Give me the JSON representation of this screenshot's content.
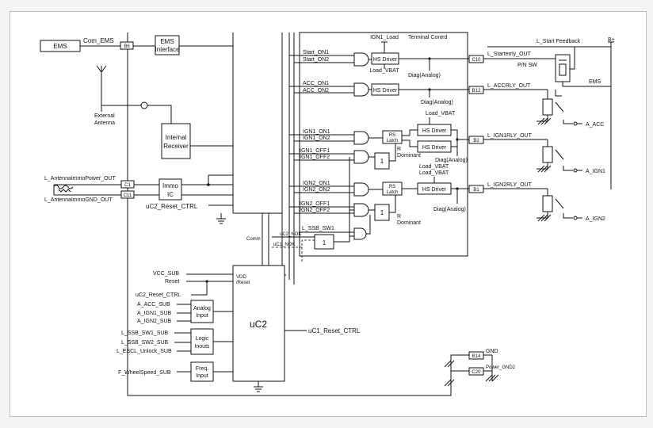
{
  "pins": {
    "b6": "B6",
    "c1": "C1",
    "c11": "C11",
    "c10": "C10",
    "b12": "B12",
    "b2": "B2",
    "b1": "B1",
    "b14": "B14",
    "c20": "C20"
  },
  "blocks": {
    "ems": "EMS",
    "ems_interface": [
      "EMS",
      "Interface"
    ],
    "internal_receiver": [
      "Internal",
      "Receiver"
    ],
    "immo_ic": [
      "Immo",
      "IC"
    ],
    "uc2": "uC2",
    "analog_input": [
      "Analog",
      "Input"
    ],
    "logic_inputs": [
      "Logic",
      "Inouts"
    ],
    "freq_input": [
      "Freq.",
      "Input"
    ],
    "hs_driver": "HS Driver",
    "rs_latch": [
      "RS",
      "Latch"
    ],
    "or_gate": "1"
  },
  "labels": {
    "com_ems": "Com_EMS",
    "external_antenna": [
      "External",
      "Antenna"
    ],
    "antenna_power": "L_AntennaImmoPower_OUT",
    "antenna_gnd": "L_AntennaImmoGND_OUT",
    "uc2_reset_ctrl": "uC2_Reset_CTRL",
    "comm": "Comm",
    "uc2_nok": "uC2_NOK",
    "uc1_nok": "uC1_NOK",
    "ssb_sw1": "L_SSB_SW1",
    "terminal_control": "Terminal Contrd",
    "ign1_load": "IGN1_Load",
    "load_vbat": "Load_VBAT",
    "start_on1": "Start_ON1",
    "start_on2": "Start_ON2",
    "acc_on1": "ACC_ON1",
    "acc_on2": "ACC_ON2",
    "ign1_on1": "IGN1_ON1",
    "ign1_on2": "IGN1_ON2",
    "ign1_off1": "IGN1_OFF1",
    "ign1_off2": "IGN1_OFF2",
    "ign2_on1": "IGN2_ON1",
    "ign2_on2": "IGN2_ON2",
    "ign2_off1": "IGN2_OFF1",
    "ign2_off2": "IGN2_OFF2",
    "diag_analog": "Diag(Analog)",
    "r_dominant": [
      "R",
      "Dominant"
    ],
    "starter_out": "L_Starterrly_OUT",
    "pn_sw": "P/N SW",
    "start_feedback": "L_Start Feedback",
    "b_plus": "B+",
    "ems_right": "EMS",
    "accrly_out": "L_ACCRLY_OUT",
    "a_acc": "A_ACC",
    "ign1rly_out": "L_IGN1RLY_OUT",
    "a_ign1": "A_IGN1",
    "ign2rly_out": "L_IGN2RLY_OUT",
    "a_ign2": "A_IGN2",
    "gnd": "GND",
    "power_gnd2": "Power_GND2",
    "vcc_sub": "VCC_SUB",
    "reset": "Reset",
    "uc2_reset_ctrl_left": "uC2_Reset_CTRL",
    "vdd": "VDD",
    "reset_pin": "/Reset",
    "a_acc_sub": "A_ACC_SUB",
    "a_ign1_sub": "A_IGN1_SUB",
    "a_ign2_sub": "A_IGN2_SUB",
    "l_ssb_sw1_sub": "L_SSB_SW1_SUB",
    "l_ssb_sw2_sub": "L_SSB_SW2_SUB",
    "l_escl_unlock_sub": "L_ESCL_Unlock_SUB",
    "f_wheelspeed_sub": "F_WheelSpeed_SUB",
    "uc1_reset_ctrl": "uC1_Reset_CTRL"
  }
}
